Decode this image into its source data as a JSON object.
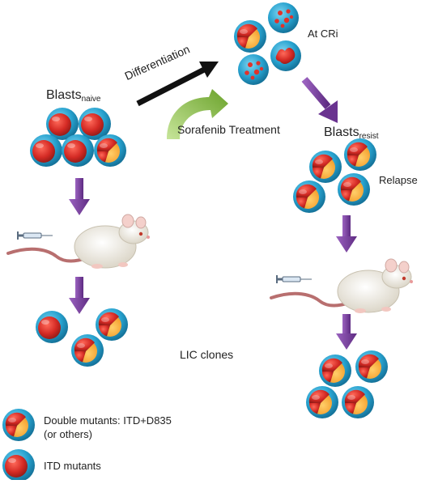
{
  "labels": {
    "blasts_naive_main": "Blasts",
    "blasts_naive_sub": "naive",
    "differentiation": "Differentiation",
    "sorafenib": "Sorafenib Treatment",
    "at_cri": "At CRi",
    "blasts_resist_main": "Blasts",
    "blasts_resist_sub": "resist",
    "relapse": "Relapse",
    "lic_clones": "LIC clones"
  },
  "legend": [
    {
      "line1": "Double mutants: ITD+D835",
      "line2": "(or others)",
      "icon": "double-mutant-cell"
    },
    {
      "line1": "ITD mutants",
      "line2": "",
      "icon": "itd-mutant-cell"
    }
  ],
  "colors": {
    "cell_outer": "#27a2cf",
    "cell_red": "#d42a24",
    "cell_orange": "#f39c1e",
    "arrow_purple": "#7a3f9f",
    "arrow_black": "#111111",
    "arrow_green": "#7fb23a",
    "mouse_body": "#f2efe6",
    "mouse_tail": "#b86f6f"
  }
}
